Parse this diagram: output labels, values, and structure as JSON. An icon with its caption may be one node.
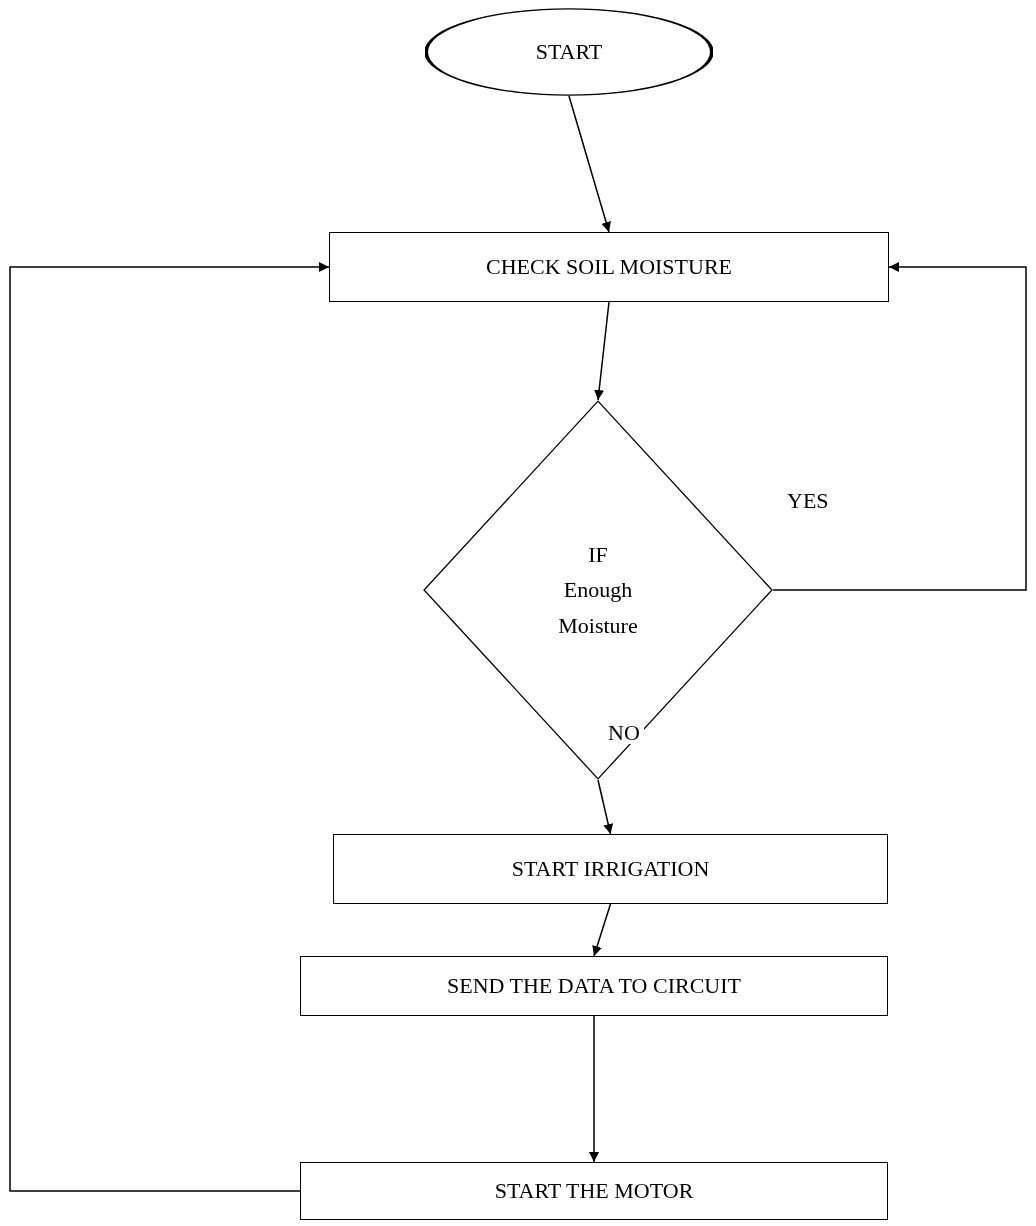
{
  "diagram": {
    "nodes": [
      {
        "text": [
          "START"
        ]
      },
      {
        "text": [
          "CHECK SOIL MOISTURE"
        ]
      },
      {
        "text": [
          "IF Enough Moisture"
        ]
      },
      {
        "text": [
          "START IRRIGATION"
        ]
      },
      {
        "text": [
          "SEND THE DATA TO CIRCUIT"
        ]
      },
      {
        "text": [
          "START THE MOTOR"
        ]
      }
    ],
    "edges": [
      {
        "from": 0,
        "to": 1,
        "arrow": "to"
      },
      {
        "from": 1,
        "to": 2,
        "arrow": "to"
      },
      {
        "from": 2,
        "to": 1,
        "arrow": "to",
        "label": "YES"
      },
      {
        "from": 2,
        "to": 3,
        "arrow": "to",
        "label": "NO"
      },
      {
        "from": 3,
        "to": 4,
        "arrow": "to"
      },
      {
        "from": 4,
        "to": 5,
        "arrow": "to"
      },
      {
        "from": 5,
        "to": 1,
        "arrow": "to"
      }
    ]
  }
}
